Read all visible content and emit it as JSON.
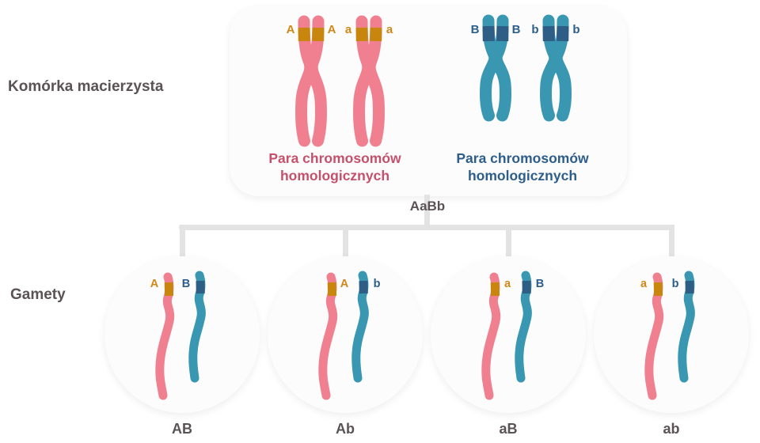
{
  "labels": {
    "mother_cell": "Komórka macierzysta",
    "gametes": "Gamety",
    "genotype": "AaBb"
  },
  "parent_box": {
    "pink_pair": {
      "caption_line1": "Para chromosomów",
      "caption_line2": "homologicznych",
      "chromosome1_alleles": [
        "A",
        "A"
      ],
      "chromosome2_alleles": [
        "a",
        "a"
      ]
    },
    "blue_pair": {
      "caption_line1": "Para chromosomów",
      "caption_line2": "homologicznych",
      "chromosome1_alleles": [
        "B",
        "B"
      ],
      "chromosome2_alleles": [
        "b",
        "b"
      ]
    }
  },
  "gametes": [
    {
      "pink_allele": "A",
      "teal_allele": "B",
      "label": "AB"
    },
    {
      "pink_allele": "A",
      "teal_allele": "b",
      "label": "Ab"
    },
    {
      "pink_allele": "a",
      "teal_allele": "B",
      "label": "aB"
    },
    {
      "pink_allele": "a",
      "teal_allele": "b",
      "label": "ab"
    }
  ],
  "colors": {
    "pink_chromosome": "#f0808f",
    "teal_chromosome": "#3997b2",
    "orange_band": "#c8860f",
    "navy_band": "#2e5e85",
    "pink_text": "#c4506b",
    "navy_text": "#2d5e8a",
    "gray_text": "#5a5255",
    "connector_gray": "#e3e3e3"
  }
}
